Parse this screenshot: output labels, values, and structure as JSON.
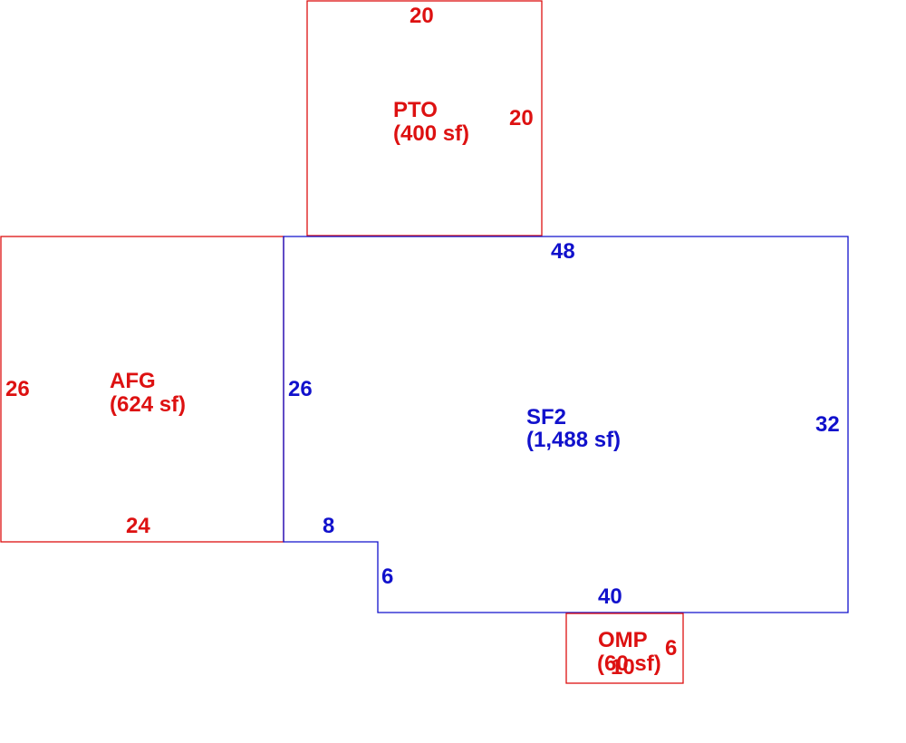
{
  "colors": {
    "red": "#dd1111",
    "blue": "#1111cc"
  },
  "areas": {
    "pto": {
      "name": "PTO",
      "size": "(400 sf)",
      "color": "red"
    },
    "afg": {
      "name": "AFG",
      "size": "(624 sf)",
      "color": "red"
    },
    "sf2": {
      "name": "SF2",
      "size": "(1,488 sf)",
      "color": "blue"
    },
    "omp": {
      "name": "OMP",
      "size": "(60 sf)",
      "color": "red"
    }
  },
  "dimensions": {
    "pto_top": "20",
    "pto_right": "20",
    "sf2_top": "48",
    "sf2_left": "26",
    "sf2_right": "32",
    "sf2_step_top": "8",
    "sf2_step_side": "6",
    "sf2_bottom": "40",
    "afg_left": "26",
    "afg_bottom": "24",
    "omp_right": "6",
    "omp_bottom": "10"
  }
}
